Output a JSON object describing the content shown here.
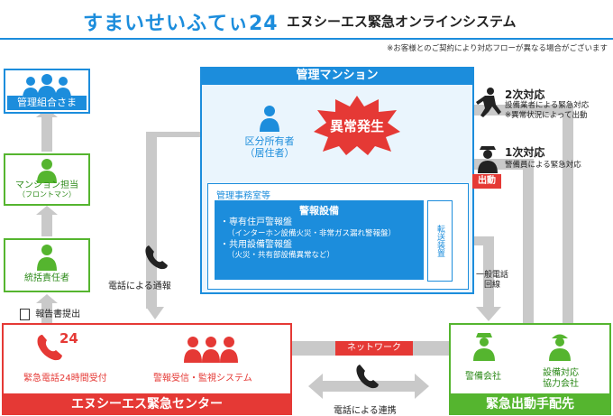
{
  "header": {
    "title": "すまいせいふてぃ24",
    "subtitle": "エヌシーエス緊急オンラインシステム",
    "note": "※お客様とのご契約により対応フローが異なる場合がございます"
  },
  "left_column": {
    "union": "管理組合さま",
    "manager_line1": "マンション担当",
    "manager_line2": "（フロントマン）",
    "supervisor": "統括責任者",
    "report": "報告書提出"
  },
  "mansion": {
    "title": "管理マンション",
    "owner_line1": "区分所有者",
    "owner_line2": "（居住者）",
    "abnormal": "異常発生",
    "office_title": "管理事務室等",
    "alarm_title": "警報設備",
    "alarm_item1": "・専有住戸警報盤",
    "alarm_item1_sub": "（インターホン設備火災・非常ガス漏れ警報盤）",
    "alarm_item2": "・共用設備警報盤",
    "alarm_item2_sub": "（火災・共有部設備異常など）",
    "transfer": "転送装置"
  },
  "right_side": {
    "second_title": "2次対応",
    "second_line1": "設備業者による緊急対応",
    "second_line2": "※異常状況によって出動",
    "first_title": "1次対応",
    "first_line1": "警備員による緊急対応",
    "dispatch_badge": "出動",
    "phone_line1": "一般電話",
    "phone_line2": "回線"
  },
  "flows": {
    "phone_report": "電話による通報",
    "network": "ネットワーク",
    "phone_link": "電話による連携"
  },
  "center": {
    "title": "エヌシーエス緊急センター",
    "emergency_num": "24",
    "emergency_call": "緊急電話24時間受付",
    "monitoring": "警報受信・監視システム"
  },
  "dispatch": {
    "title": "緊急出動手配先",
    "security": "警備会社",
    "facility_line1": "設備対応",
    "facility_line2": "協力会社"
  }
}
